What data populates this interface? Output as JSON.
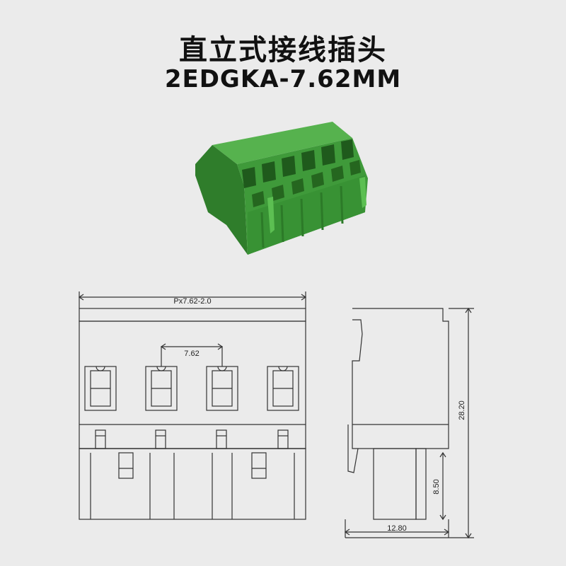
{
  "title": {
    "chinese": "直立式接线插头",
    "model": "2EDGKA-7.62MM"
  },
  "drawing": {
    "front_view": {
      "overall_dimension": "Px7.62-2.0",
      "pitch_dimension": "7.62",
      "pin_count": 4
    },
    "side_view": {
      "height_dimension": "28.20",
      "pin_length_dimension": "8.50",
      "width_dimension": "12.80"
    }
  },
  "colors": {
    "background": "#ebebeb",
    "connector_green": "#3f9a3a",
    "line": "#333333"
  }
}
